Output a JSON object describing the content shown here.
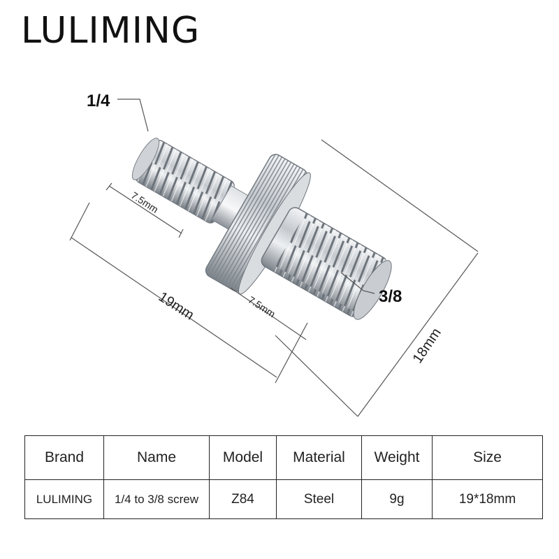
{
  "brand": "LULIMING",
  "labels": {
    "small_thread": "1/4",
    "large_thread": "3/8",
    "small_thread_length": "7.5mm",
    "large_thread_length": "7.5mm",
    "total_length": "19mm",
    "diameter": "18mm"
  },
  "table": {
    "headers": [
      "Brand",
      "Name",
      "Model",
      "Material",
      "Weight",
      "Size"
    ],
    "values": [
      "LULIMING",
      "1/4 to 3/8 screw",
      "Z84",
      "Steel",
      "9g",
      "19*18mm"
    ]
  },
  "colors": {
    "metal_light": "#e9ecef",
    "metal_mid": "#b9bec4",
    "metal_dark": "#6f767d",
    "line": "#444444"
  }
}
